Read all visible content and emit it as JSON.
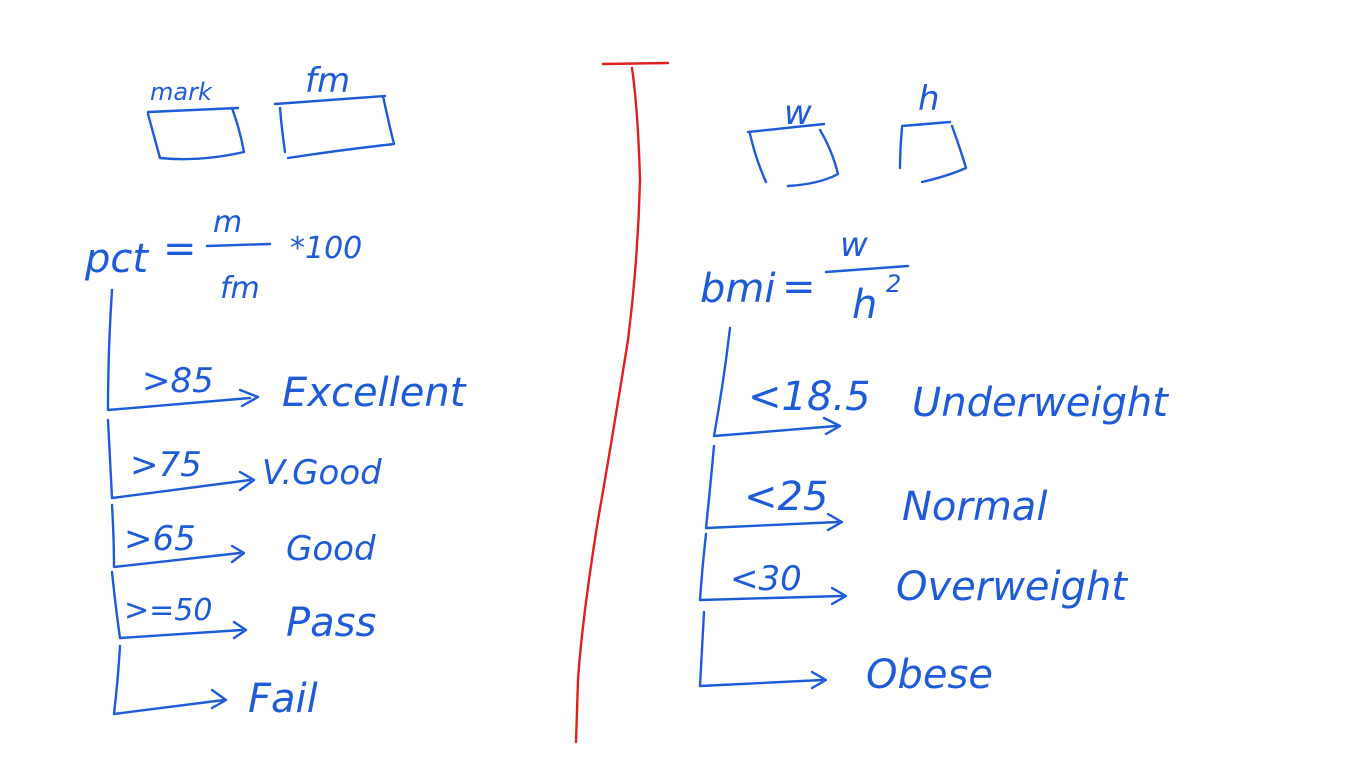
{
  "left": {
    "inputs": [
      {
        "label": "mark"
      },
      {
        "label": "fm"
      }
    ],
    "formula": {
      "lhs": "pct",
      "eq": "=",
      "numerator": "m",
      "denominator": "fm",
      "multiplier": "*100"
    },
    "branches": [
      {
        "cond": ">85",
        "result": "Excellent"
      },
      {
        "cond": ">75",
        "result": "V.Good"
      },
      {
        "cond": ">65",
        "result": "Good"
      },
      {
        "cond": ">=50",
        "result": "Pass"
      },
      {
        "cond": "",
        "result": "Fail"
      }
    ]
  },
  "right": {
    "inputs": [
      {
        "label": "w"
      },
      {
        "label": "h"
      }
    ],
    "formula": {
      "lhs": "bmi",
      "eq": "=",
      "numerator": "w",
      "denominator": "h",
      "exponent": "2"
    },
    "branches": [
      {
        "cond": "<18.5",
        "result": "Underweight"
      },
      {
        "cond": "<25",
        "result": "Normal"
      },
      {
        "cond": "<30",
        "result": "Overweight"
      },
      {
        "cond": "",
        "result": "Obese"
      }
    ]
  },
  "colors": {
    "ink": "#1e5bd8",
    "divider": "#e02020",
    "background": "#ffffff"
  }
}
